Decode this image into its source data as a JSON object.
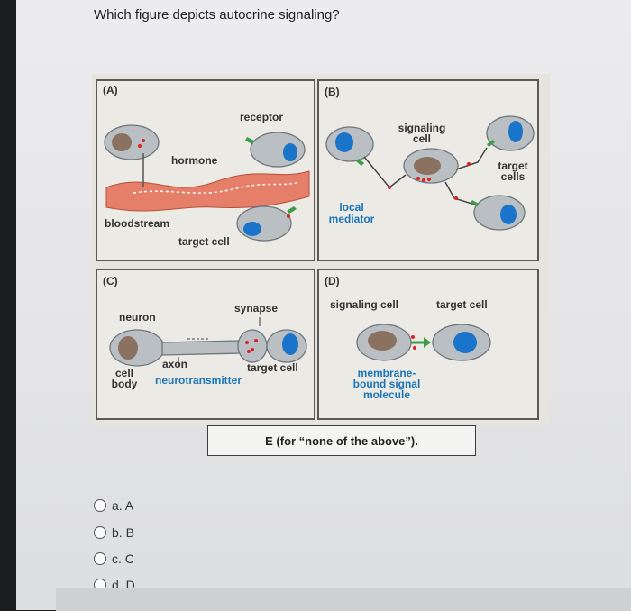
{
  "question": "Which figure depicts autocrine signaling?",
  "panels": {
    "a": {
      "tag": "(A)",
      "receptor": "receptor",
      "hormone": "hormone",
      "bloodstream": "bloodstream",
      "target_cell": "target cell"
    },
    "b": {
      "tag": "(B)",
      "signaling_cell_1": "signaling",
      "signaling_cell_2": "cell",
      "target_cells_1": "target",
      "target_cells_2": "cells",
      "local_mediator_1": "local",
      "local_mediator_2": "mediator"
    },
    "c": {
      "tag": "(C)",
      "neuron": "neuron",
      "synapse": "synapse",
      "axon": "axon",
      "target_cell": "target cell",
      "cell_body_1": "cell",
      "cell_body_2": "body",
      "neurotransmitter": "neurotransmitter"
    },
    "d": {
      "tag": "(D)",
      "signaling_cell": "signaling cell",
      "target_cell": "target cell",
      "membrane_1": "membrane-",
      "membrane_2": "bound signal",
      "membrane_3": "molecule"
    }
  },
  "option_e": "E (for “none of the above”).",
  "options": [
    "a. A",
    "b. B",
    "c. C",
    "d. D"
  ]
}
